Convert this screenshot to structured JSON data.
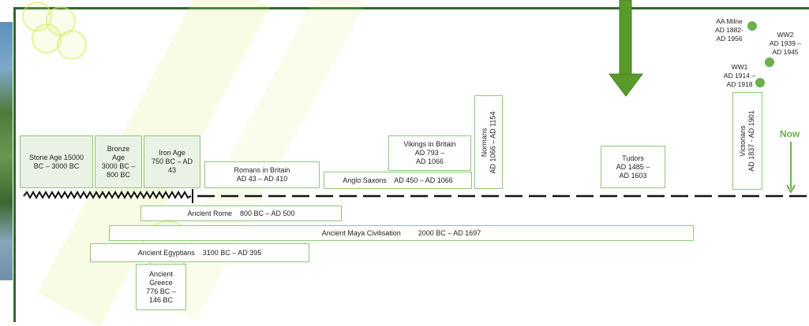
{
  "colors": {
    "frame": "#2e6b2a",
    "box_border": "#8ec77d",
    "accent_green": "#6ab04c",
    "arrow_green": "#5a9a2a"
  },
  "timeline": {
    "stone_age": "Stone Age 15000\nBC – 3000 BC",
    "bronze_age": "Bronze\nAge\n3000 BC –\n800 BC",
    "iron_age": "Iron Age\n750 BC – AD\n43",
    "romans_in_britain": "Romans in Britain\nAD 43 – AD 410",
    "anglo_saxons": "Anglo Saxons    AD 450 – AD 1066",
    "vikings": "Vikings in Britain\nAD 793 –\nAD 1066",
    "normans": "Normans\nAD 1066 – AD 1154",
    "tudors": "Tudors\nAD 1485 –\nAD 1603",
    "victorians": "Victorians\nAD 1837 - AD 1901",
    "ancient_rome": "Ancient Rome    800 BC – AD 500",
    "ancient_maya_name": "Ancient Maya Civilisation",
    "ancient_maya_dates": "2000 BC – AD 1697",
    "ancient_egyptians": "Ancient Egyptians    3100 BC – AD 395",
    "ancient_greece": "Ancient\nGreece\n776 BC –\n146 BC",
    "aa_milne": "AA Milne\nAD 1882-\nAD 1956",
    "ww2": "WW2\nAD 1939 –\nAD 1945",
    "ww1": "WW1\nAD 1914 –\nAD 1918",
    "now": "Now"
  }
}
